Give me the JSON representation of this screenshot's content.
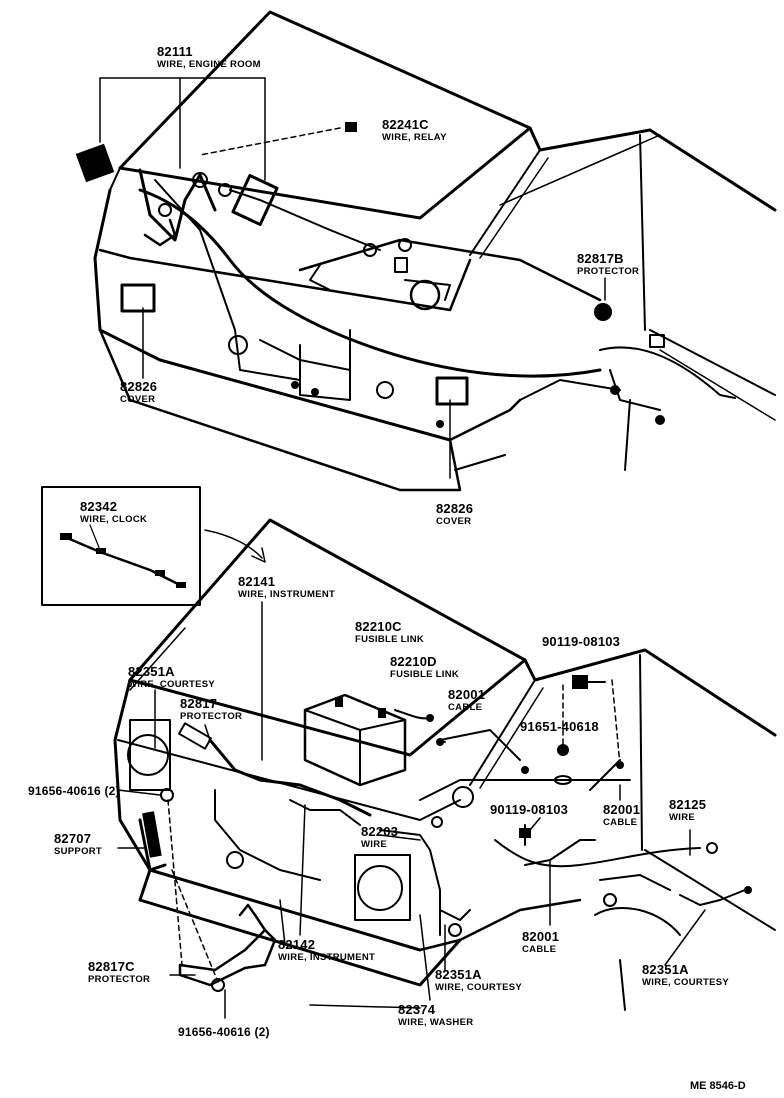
{
  "diagram_ref": "ME  8546-D",
  "parts": {
    "p82111": {
      "num": "82111",
      "desc": "WIRE, ENGINE ROOM"
    },
    "p82241C": {
      "num": "82241C",
      "desc": "WIRE, RELAY"
    },
    "p82817B": {
      "num": "82817B",
      "desc": "PROTECTOR"
    },
    "p82826a": {
      "num": "82826",
      "desc": "COVER"
    },
    "p82826b": {
      "num": "82826",
      "desc": "COVER"
    },
    "p82342": {
      "num": "82342",
      "desc": "WIRE, CLOCK"
    },
    "p82141": {
      "num": "82141",
      "desc": "WIRE, INSTRUMENT"
    },
    "p82210C": {
      "num": "82210C",
      "desc": "FUSIBLE LINK"
    },
    "p82210D": {
      "num": "82210D",
      "desc": "FUSIBLE LINK"
    },
    "p90119a": {
      "num": "90119-08103"
    },
    "p82001a": {
      "num": "82001",
      "desc": "CABLE"
    },
    "p91651": {
      "num": "91651-40618"
    },
    "p82351Aa": {
      "num": "82351A",
      "desc": "WIRE, COURTESY"
    },
    "p82817": {
      "num": "82817",
      "desc": "PROTECTOR"
    },
    "p91656a": {
      "num": "91656-40616 (2)"
    },
    "p82707": {
      "num": "82707",
      "desc": "SUPPORT"
    },
    "p90119b": {
      "num": "90119-08103"
    },
    "p82001b": {
      "num": "82001",
      "desc": "CABLE"
    },
    "p82125": {
      "num": "82125",
      "desc": "WIRE"
    },
    "p82203": {
      "num": "82203",
      "desc": "WIRE"
    },
    "p82001c": {
      "num": "82001",
      "desc": "CABLE"
    },
    "p82817C": {
      "num": "82817C",
      "desc": "PROTECTOR"
    },
    "p82142": {
      "num": "82142",
      "desc": "WIRE, INSTRUMENT"
    },
    "p82351Ab": {
      "num": "82351A",
      "desc": "WIRE, COURTESY"
    },
    "p82351Ac": {
      "num": "82351A",
      "desc": "WIRE, COURTESY"
    },
    "p82374": {
      "num": "82374",
      "desc": "WIRE, WASHER"
    },
    "p91656b": {
      "num": "91656-40616 (2)"
    }
  }
}
